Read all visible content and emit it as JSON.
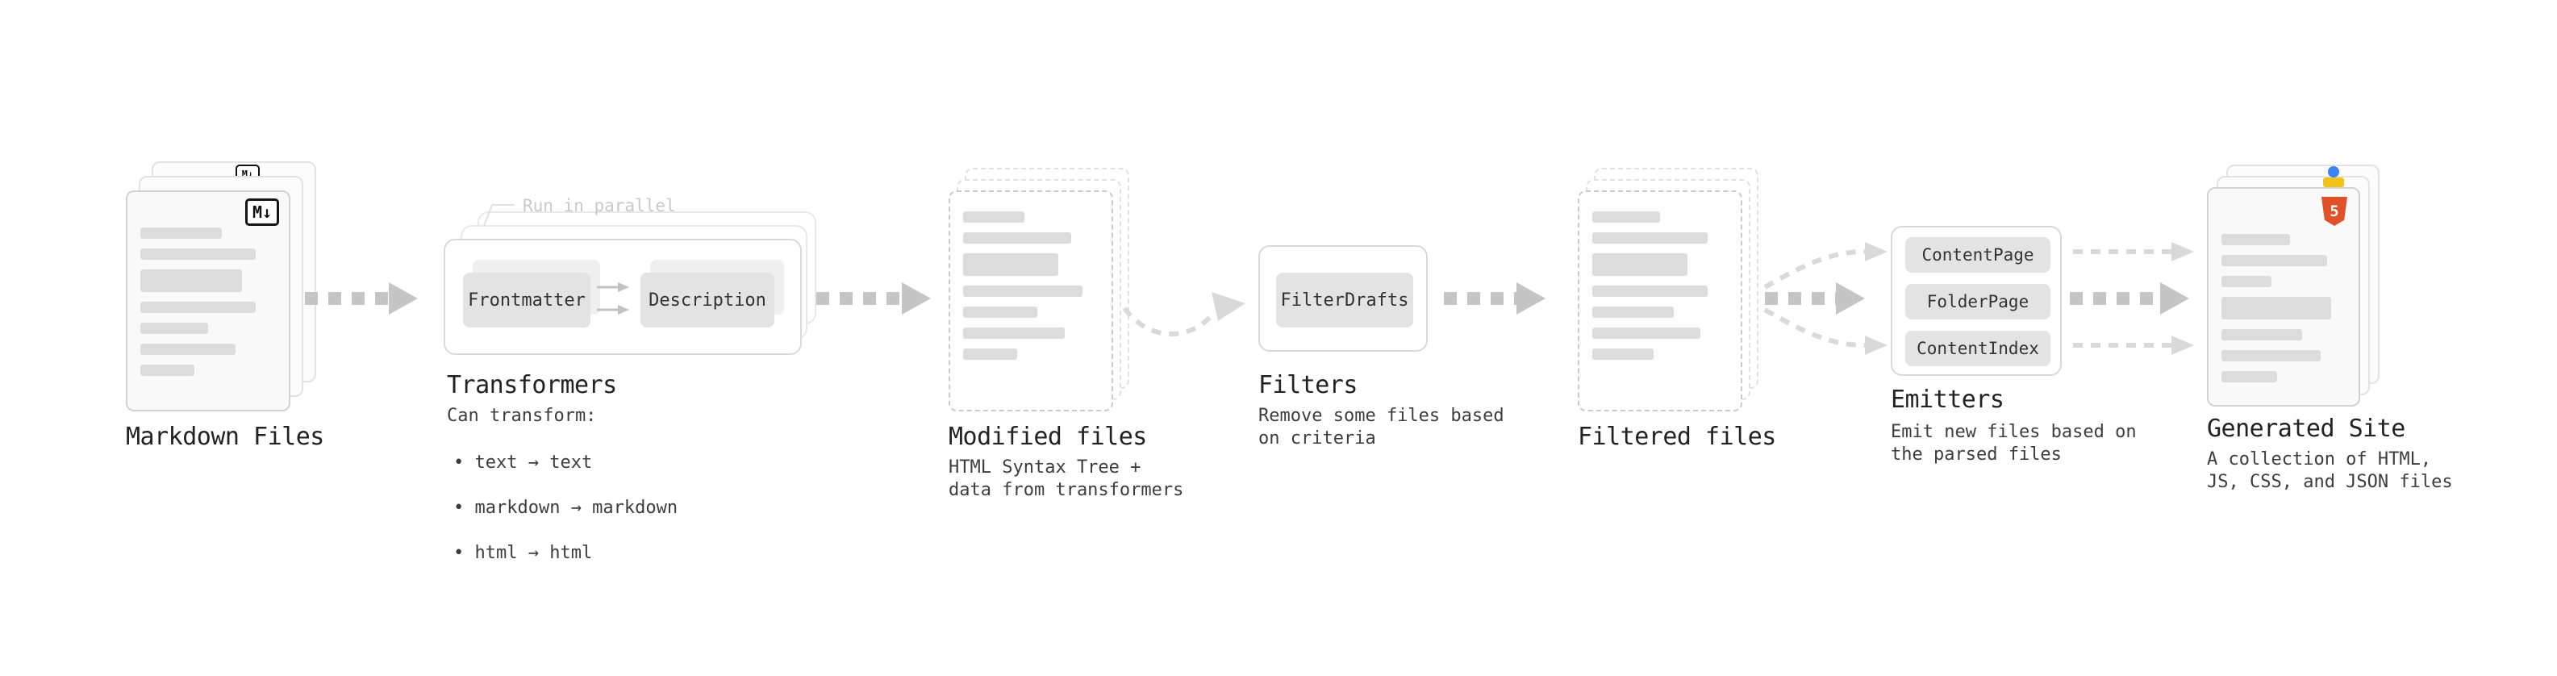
{
  "markdown_files": {
    "title": "Markdown Files",
    "icon_glyph": "M↓"
  },
  "transformers": {
    "title": "Transformers",
    "parallel_label": "Run in parallel",
    "node1": "Frontmatter",
    "node2": "Description",
    "subtitle": "Can transform:",
    "bullets": [
      "• text → text",
      "• markdown → markdown",
      "• html → html"
    ]
  },
  "modified_files": {
    "title": "Modified files",
    "subtitle": "HTML Syntax Tree +\ndata from transformers"
  },
  "filters": {
    "title": "Filters",
    "node": "FilterDrafts",
    "subtitle": "Remove some files based\non criteria"
  },
  "filtered_files": {
    "title": "Filtered files"
  },
  "emitters": {
    "title": "Emitters",
    "nodes": [
      "ContentPage",
      "FolderPage",
      "ContentIndex"
    ],
    "subtitle": "Emit new files based on\nthe parsed files"
  },
  "generated_site": {
    "title": "Generated Site",
    "subtitle": "A collection of HTML,\nJS, CSS, and JSON files",
    "html5_glyph": "5"
  },
  "colors": {
    "accent_html5": "#e34f26",
    "accent_js_yellow": "#f0c419",
    "accent_blue": "#3b82f6",
    "arrow_gray": "#c5c5c5",
    "card_border": "#d2d2d2",
    "bar_gray": "#dcdcdc"
  }
}
